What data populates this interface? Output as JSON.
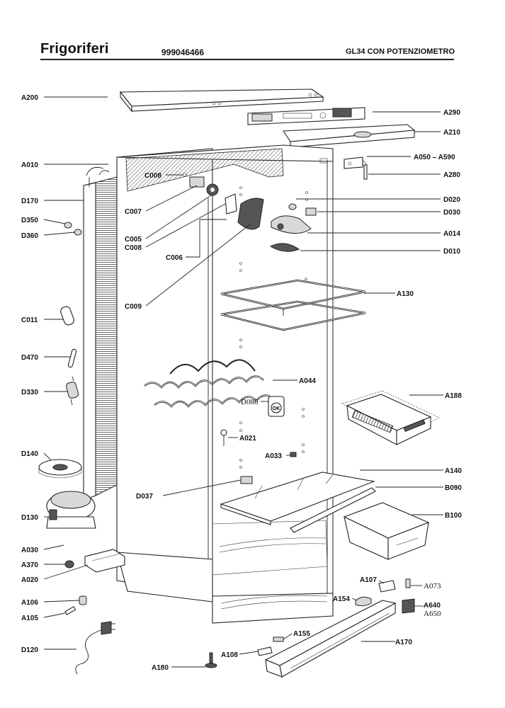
{
  "header": {
    "title": "Frigoriferi",
    "code": "999046466",
    "model": "GL34 CON POTENZIOMETRO"
  },
  "labels": {
    "A200": "A200",
    "A010": "A010",
    "D170": "D170",
    "D350": "D350",
    "D360": "D360",
    "C011": "C011",
    "D470": "D470",
    "D330": "D330",
    "D140": "D140",
    "D130": "D130",
    "A030": "A030",
    "A370": "A370",
    "A020": "A020",
    "A106": "A106",
    "A105": "A105",
    "D120": "D120",
    "C008a": "C008",
    "C007": "C007",
    "C005": "C005",
    "C008b": "C008",
    "C006": "C006",
    "C009": "C009",
    "D037": "D037",
    "A180": "A180",
    "A108": "A108",
    "A155": "A155",
    "A154": "A154",
    "A107": "A107",
    "A073": "A073",
    "A640": "A640",
    "A650": "A650",
    "A170": "A170",
    "A290": "A290",
    "A210": "A210",
    "A050_A590": "A050 – A590",
    "A280": "A280",
    "D020": "D020",
    "D030": "D030",
    "A014": "A014",
    "D010": "D010",
    "A130": "A130",
    "A044": "A044",
    "D086": "D086",
    "A021": "A021",
    "A033": "A033",
    "A188": "A188",
    "A140": "A140",
    "B090": "B090",
    "B100": "B100"
  },
  "icons": {
    "ok_badge": "OK"
  }
}
